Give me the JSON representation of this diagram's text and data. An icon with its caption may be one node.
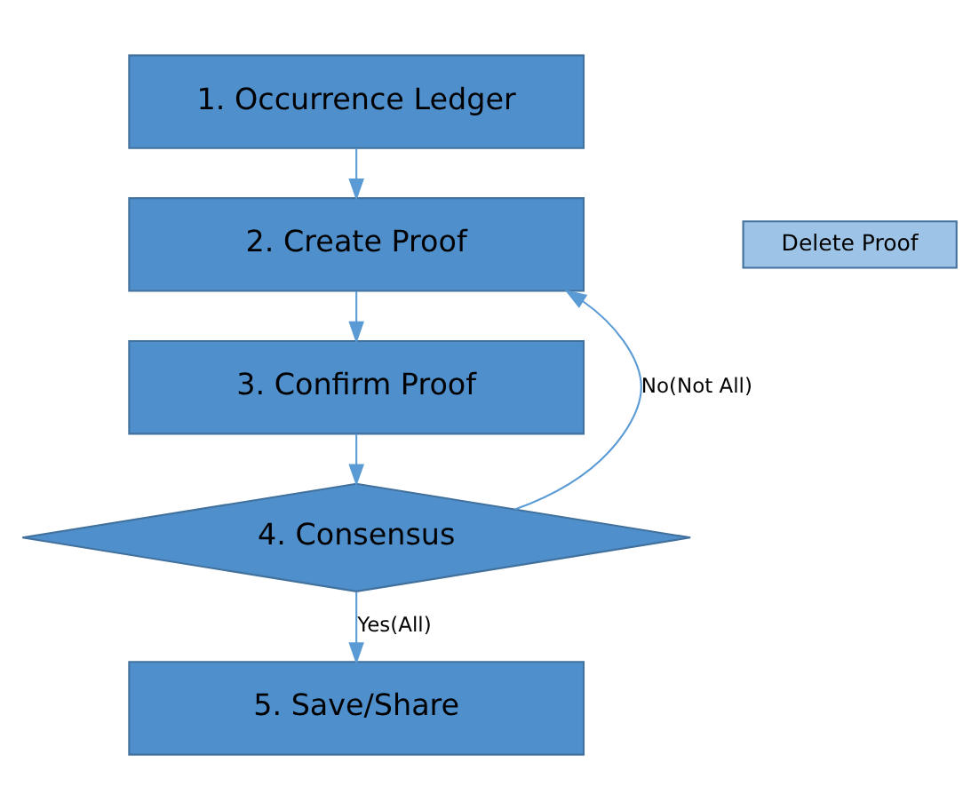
{
  "diagram": {
    "nodes": [
      {
        "text": [
          "1. Occurrence Ledger"
        ]
      },
      {
        "text": [
          "2. Create Proof"
        ]
      },
      {
        "text": [
          "3. Confirm Proof"
        ]
      },
      {
        "text": [
          "4. Consensus"
        ]
      },
      {
        "text": [
          "5. Save/Share"
        ]
      },
      {
        "text": [
          "Delete Proof"
        ]
      }
    ],
    "edges": [
      {
        "from": 0,
        "to": 1,
        "arrow": "to"
      },
      {
        "from": 1,
        "to": 2,
        "arrow": "to"
      },
      {
        "from": 2,
        "to": 3,
        "arrow": "to"
      },
      {
        "from": 3,
        "to": 4,
        "arrow": "to",
        "label": "Yes(All)"
      },
      {
        "from": 3,
        "to": 1,
        "arrow": "to",
        "label": "No(Not All)"
      }
    ]
  }
}
